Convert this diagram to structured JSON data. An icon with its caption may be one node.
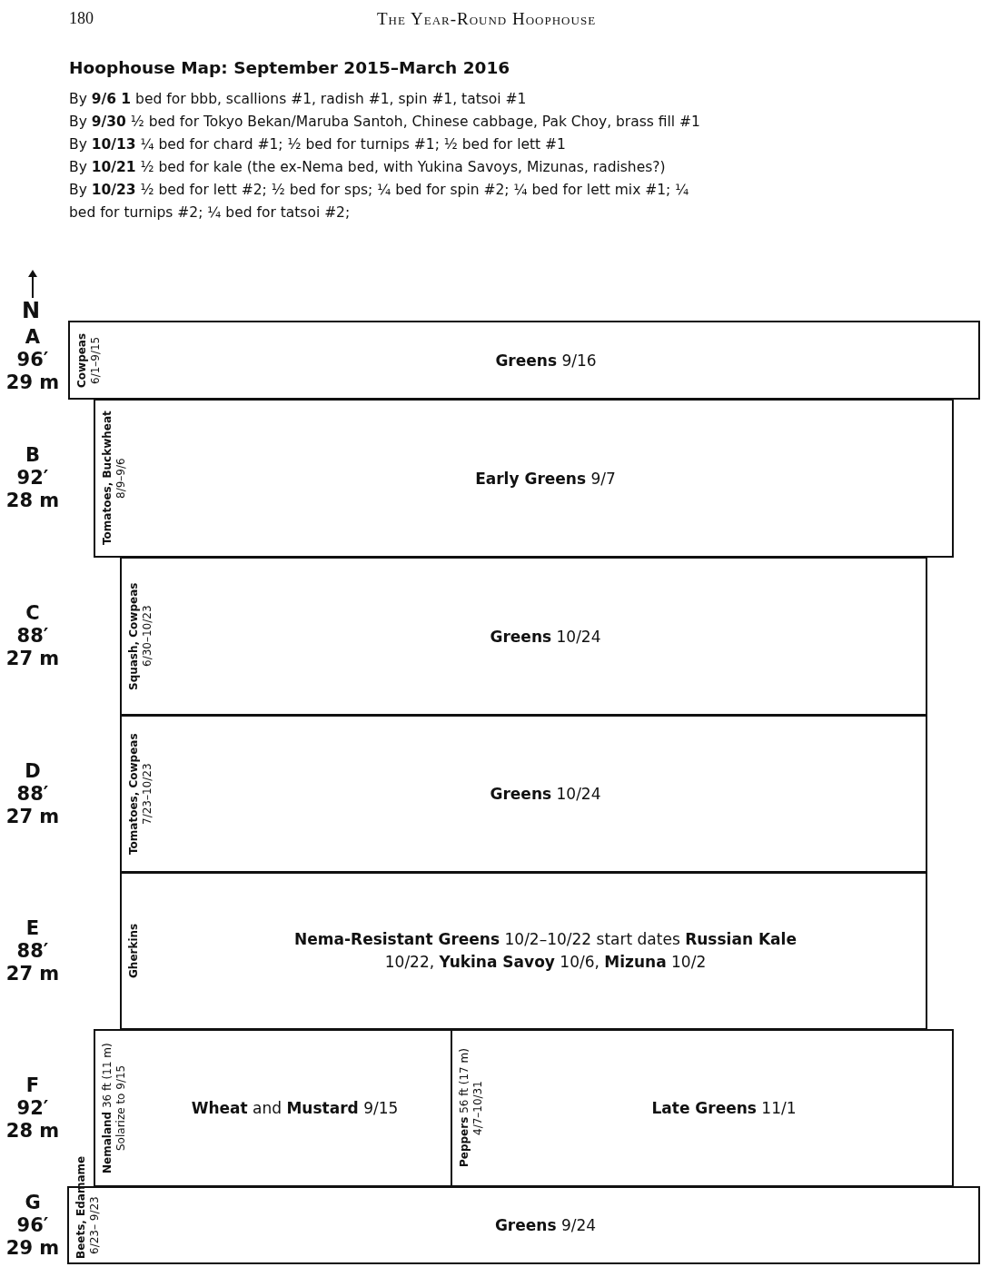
{
  "diagram": {
    "title": "Hoophouse Map: September 2015–March 2016",
    "nodes": [
      {
        "text": [
          "**Cowpeas**",
          "6/1–9/15",
          "**Greens** 9/16"
        ],
        "beside": [
          "A",
          "96′",
          "29 m"
        ]
      },
      {
        "text": [
          "**Tomatoes, Buckwheat**",
          "8/9–9/6",
          "**Early Greens** 9/7"
        ],
        "beside": [
          "B",
          "92′",
          "28 m"
        ]
      },
      {
        "text": [
          "**Squash, Cowpeas**",
          "6/30–10/23",
          "**Greens** 10/24"
        ],
        "beside": [
          "C",
          "88′",
          "27 m"
        ]
      },
      {
        "text": [
          "**Tomatoes, Cowpeas**",
          "7/23–10/23",
          "**Greens** 10/24"
        ],
        "beside": [
          "D",
          "88′",
          "27 m"
        ]
      },
      {
        "text": [
          "**Gherkins**",
          "**Nema-Resistant Greens** 10/2–10/22 start dates **Russian Kale** 10/22, **Yukina Savoy** 10/6, **Mizuna** 10/2"
        ],
        "beside": [
          "E",
          "88′",
          "27 m"
        ]
      },
      {
        "text": [
          "**Nemaland** 36 ft (11 m)",
          "Solarize to 9/15",
          "**Wheat** and **Mustard** 9/15"
        ],
        "beside": [
          "F",
          "92′",
          "28 m"
        ]
      },
      {
        "text": [
          "**Peppers** 56 ft (17 m)",
          "4/7–10/31",
          "**Late Greens** 11/1"
        ]
      },
      {
        "text": [
          "**Beets, Edamame**",
          "6/23– 9/23",
          "**Greens** 9/24"
        ],
        "beside": [
          "G",
          "96′",
          "29 m"
        ]
      }
    ],
    "labels": [
      "180",
      "The Year-Round Hoophouse",
      "By **9/6 1** bed for bbb, scallions #1, radish #1, spin #1, tatsoi #1",
      "By **9/30** ½ bed for Tokyo Bekan/Maruba Santoh, Chinese cabbage, Pak Choy, brass fill #1",
      "By **10/13** ¼ bed for chard #1; ½ bed for turnips #1; ½ bed for lett #1",
      "By **10/21** ½ bed for kale (the ex-Nema bed, with Yukina Savoys, Mizunas, radishes?)",
      "By **10/23** ½ bed for lett #2; ½ bed for sps; ¼ bed for spin #2; ¼ bed for lett mix #1; ¼ bed for turnips #2; ¼ bed for tatsoi #2;",
      "N"
    ]
  }
}
